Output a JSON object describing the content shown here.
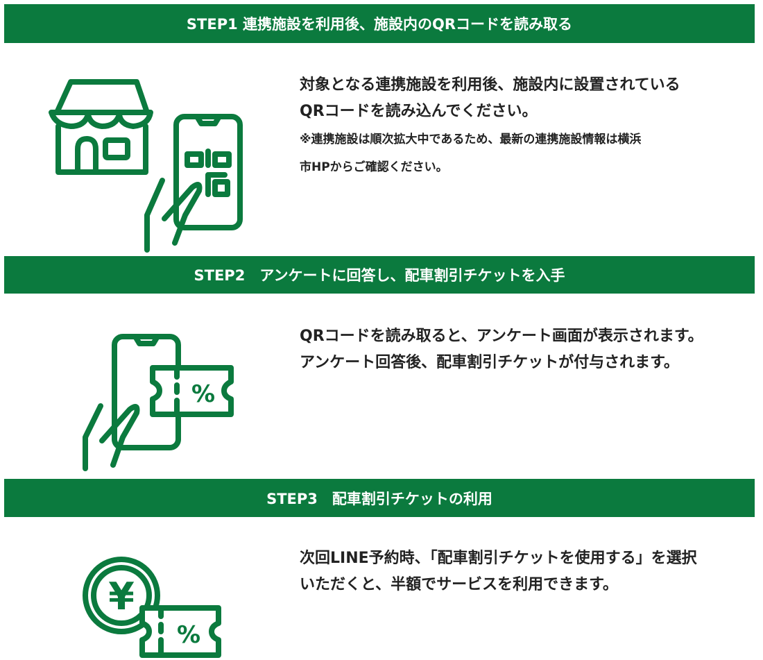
{
  "steps": [
    {
      "heading": "STEP1 連携施設を利用後、施設内のQRコードを読み取る",
      "lines": [
        "対象となる連携施設を利用後、施設内に設置されている",
        "QRコードを読み込んでください。"
      ],
      "note_lines": [
        "※連携施設は順次拡大中であるため、最新の連携施設情報は横浜",
        "市HPからご確認ください。"
      ],
      "icon": "store-and-phone-qr-icon"
    },
    {
      "heading": "STEP2　アンケートに回答し、配車割引チケットを入手",
      "lines": [
        "QRコードを読み取ると、アンケート画面が表示されます。",
        "アンケート回答後、配車割引チケットが付与されます。"
      ],
      "icon": "phone-with-discount-ticket-icon",
      "ticket_symbol": "%"
    },
    {
      "heading": "STEP3　配車割引チケットの利用",
      "lines": [
        "次回LINE予約時、「配車割引チケットを使用する」を選択",
        "いただくと、半額でサービスを利用できます。"
      ],
      "icon": "yen-coin-and-ticket-icon",
      "coin_symbol": "¥",
      "ticket_symbol": "%"
    }
  ],
  "colors": {
    "brand_green": "#0b7a3e"
  }
}
